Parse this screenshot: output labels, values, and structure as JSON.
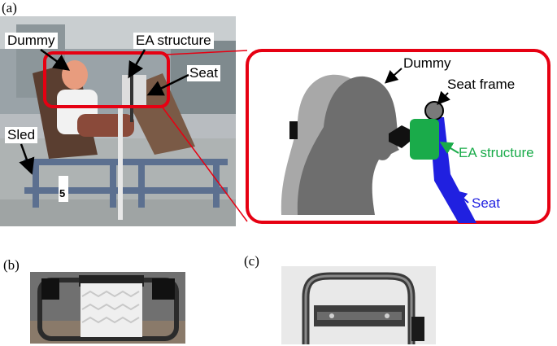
{
  "panels": {
    "a": "(a)",
    "b": "(b)",
    "c": "(c)"
  },
  "photo_a": {
    "labels": {
      "dummy": "Dummy",
      "ea_structure": "EA structure",
      "seat": "Seat",
      "sled": "Sled"
    },
    "sled_marker_text": "5"
  },
  "schematic": {
    "labels": {
      "dummy": "Dummy",
      "seat_frame": "Seat frame",
      "ea_structure": "EA structure",
      "seat": "Seat"
    },
    "colors": {
      "callout_border": "#e60012",
      "ea_structure": "#1aab4a",
      "seat": "#2020e0",
      "dummy_front": "#6e6e6e",
      "dummy_back": "#a8a8a8"
    }
  }
}
